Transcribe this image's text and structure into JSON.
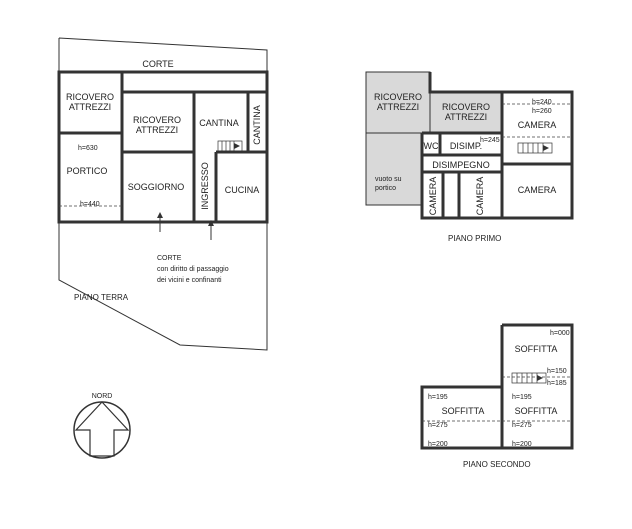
{
  "piano_terra": {
    "title": "PIANO TERRA",
    "corte_top": "CORTE",
    "ricovero_1": [
      "RICOVERO",
      "ATTREZZI"
    ],
    "ricovero_2": [
      "RICOVERO",
      "ATTREZZI"
    ],
    "cantina_1": "CANTINA",
    "cantina_2": "CANTINA",
    "portico": "PORTICO",
    "soggiorno": "SOGGIORNO",
    "ingresso": "INGRESSO",
    "cucina": "CUCINA",
    "h1": "h=630",
    "h2": "h=440",
    "corte_bottom": [
      "CORTE",
      "con diritto di passaggio",
      "dei vicini e confinanti"
    ]
  },
  "piano_primo": {
    "title": "PIANO PRIMO",
    "ricovero_1": [
      "RICOVERO",
      "ATTREZZI"
    ],
    "ricovero_2": [
      "RICOVERO",
      "ATTREZZI"
    ],
    "camera_1": "CAMERA",
    "camera_2": "CAMERA",
    "camera_3": "CAMERA",
    "camera_4": "CAMERA",
    "wc": "WC",
    "disimp": "DISIMP.",
    "disimpegno": "DISIMPEGNO",
    "vuoto": [
      "vuoto su",
      "portico"
    ],
    "h_240": "h=240",
    "h_260": "h=260",
    "h_245": "h=245"
  },
  "piano_secondo": {
    "title": "PIANO SECONDO",
    "soffitta_1": "SOFFITTA",
    "soffitta_2": "SOFFITTA",
    "soffitta_3": "SOFFITTA",
    "h_000": "h=000",
    "h_150": "h=150",
    "h_185": "h=185",
    "h_195a": "h=195",
    "h_195b": "h=195",
    "h_275a": "h=275",
    "h_275b": "h=275",
    "h_200a": "h=200",
    "h_200b": "h=200"
  },
  "compass": {
    "label": "NORD"
  }
}
